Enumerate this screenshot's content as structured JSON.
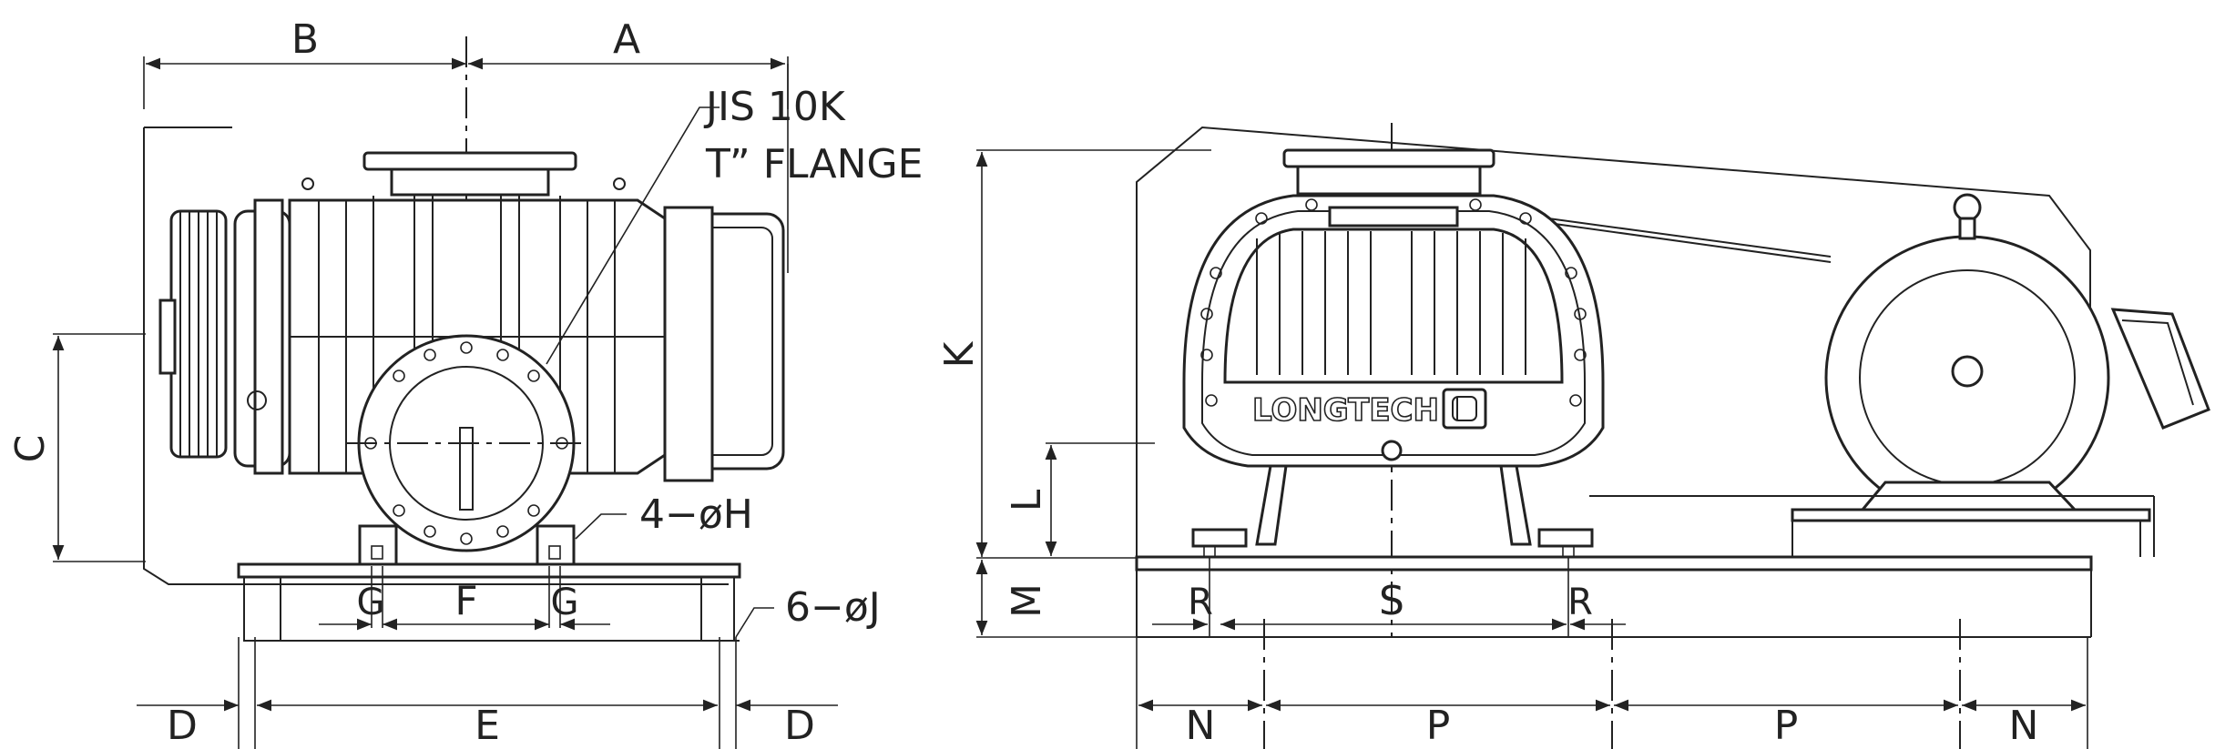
{
  "dimension_labels": {
    "A": "A",
    "B": "B",
    "C": "C",
    "D_left": "D",
    "D_right": "D",
    "E": "E",
    "F": "F",
    "G_left": "G",
    "G_right": "G",
    "H": "4−øH",
    "J": "6−øJ",
    "K": "K",
    "L": "L",
    "M": "M",
    "N_left": "N",
    "N_right": "N",
    "P_left": "P",
    "P_right": "P",
    "R_left": "R",
    "R_right": "R",
    "S": "S"
  },
  "flange_note": {
    "line1": "JIS 10K",
    "line2": "T” FLANGE"
  },
  "brand": {
    "name": "LONGTECH",
    "logo_icon": "longtech-logo-icon"
  }
}
